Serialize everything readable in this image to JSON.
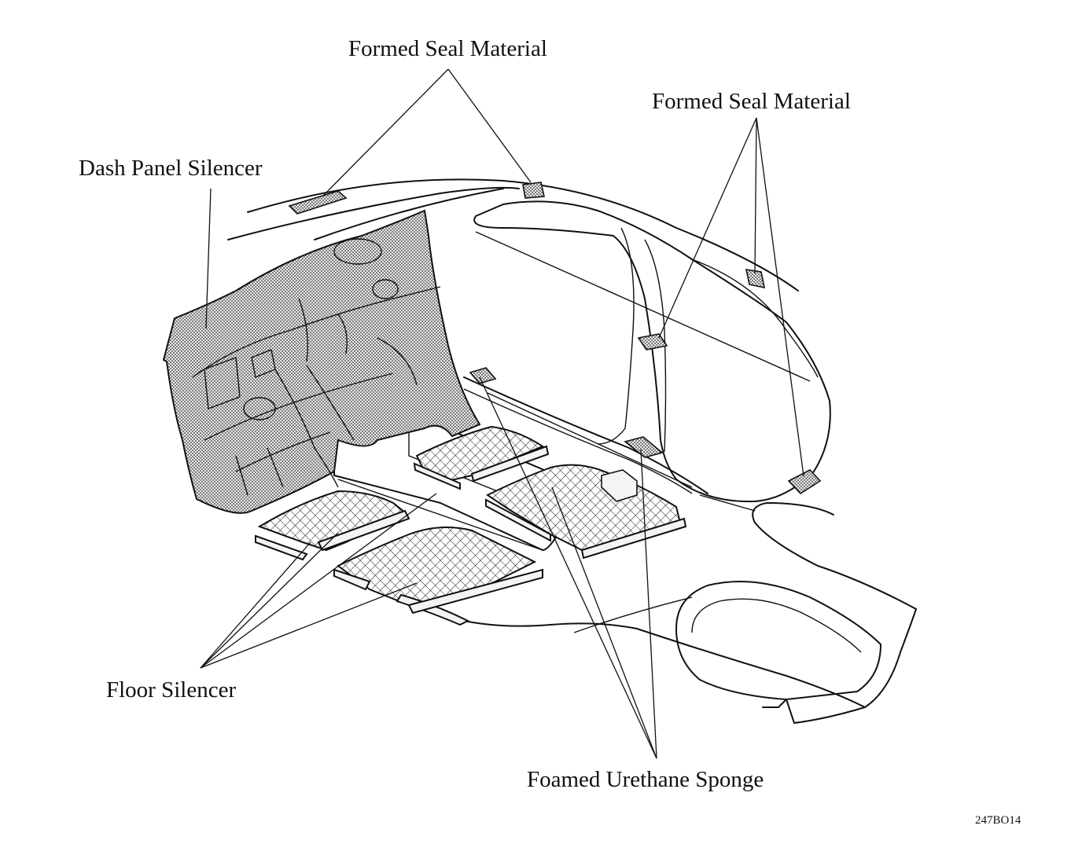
{
  "labels": {
    "formed_seal_top": "Formed Seal Material",
    "formed_seal_right": "Formed Seal Material",
    "dash_panel_silencer": "Dash Panel Silencer",
    "floor_silencer": "Floor Silencer",
    "foamed_urethane_sponge": "Foamed Urethane Sponge",
    "figure_code": "247BO14"
  },
  "colors": {
    "line": "#111111",
    "background": "#ffffff",
    "stipple": "#555555",
    "crosshatch": "#222222"
  }
}
